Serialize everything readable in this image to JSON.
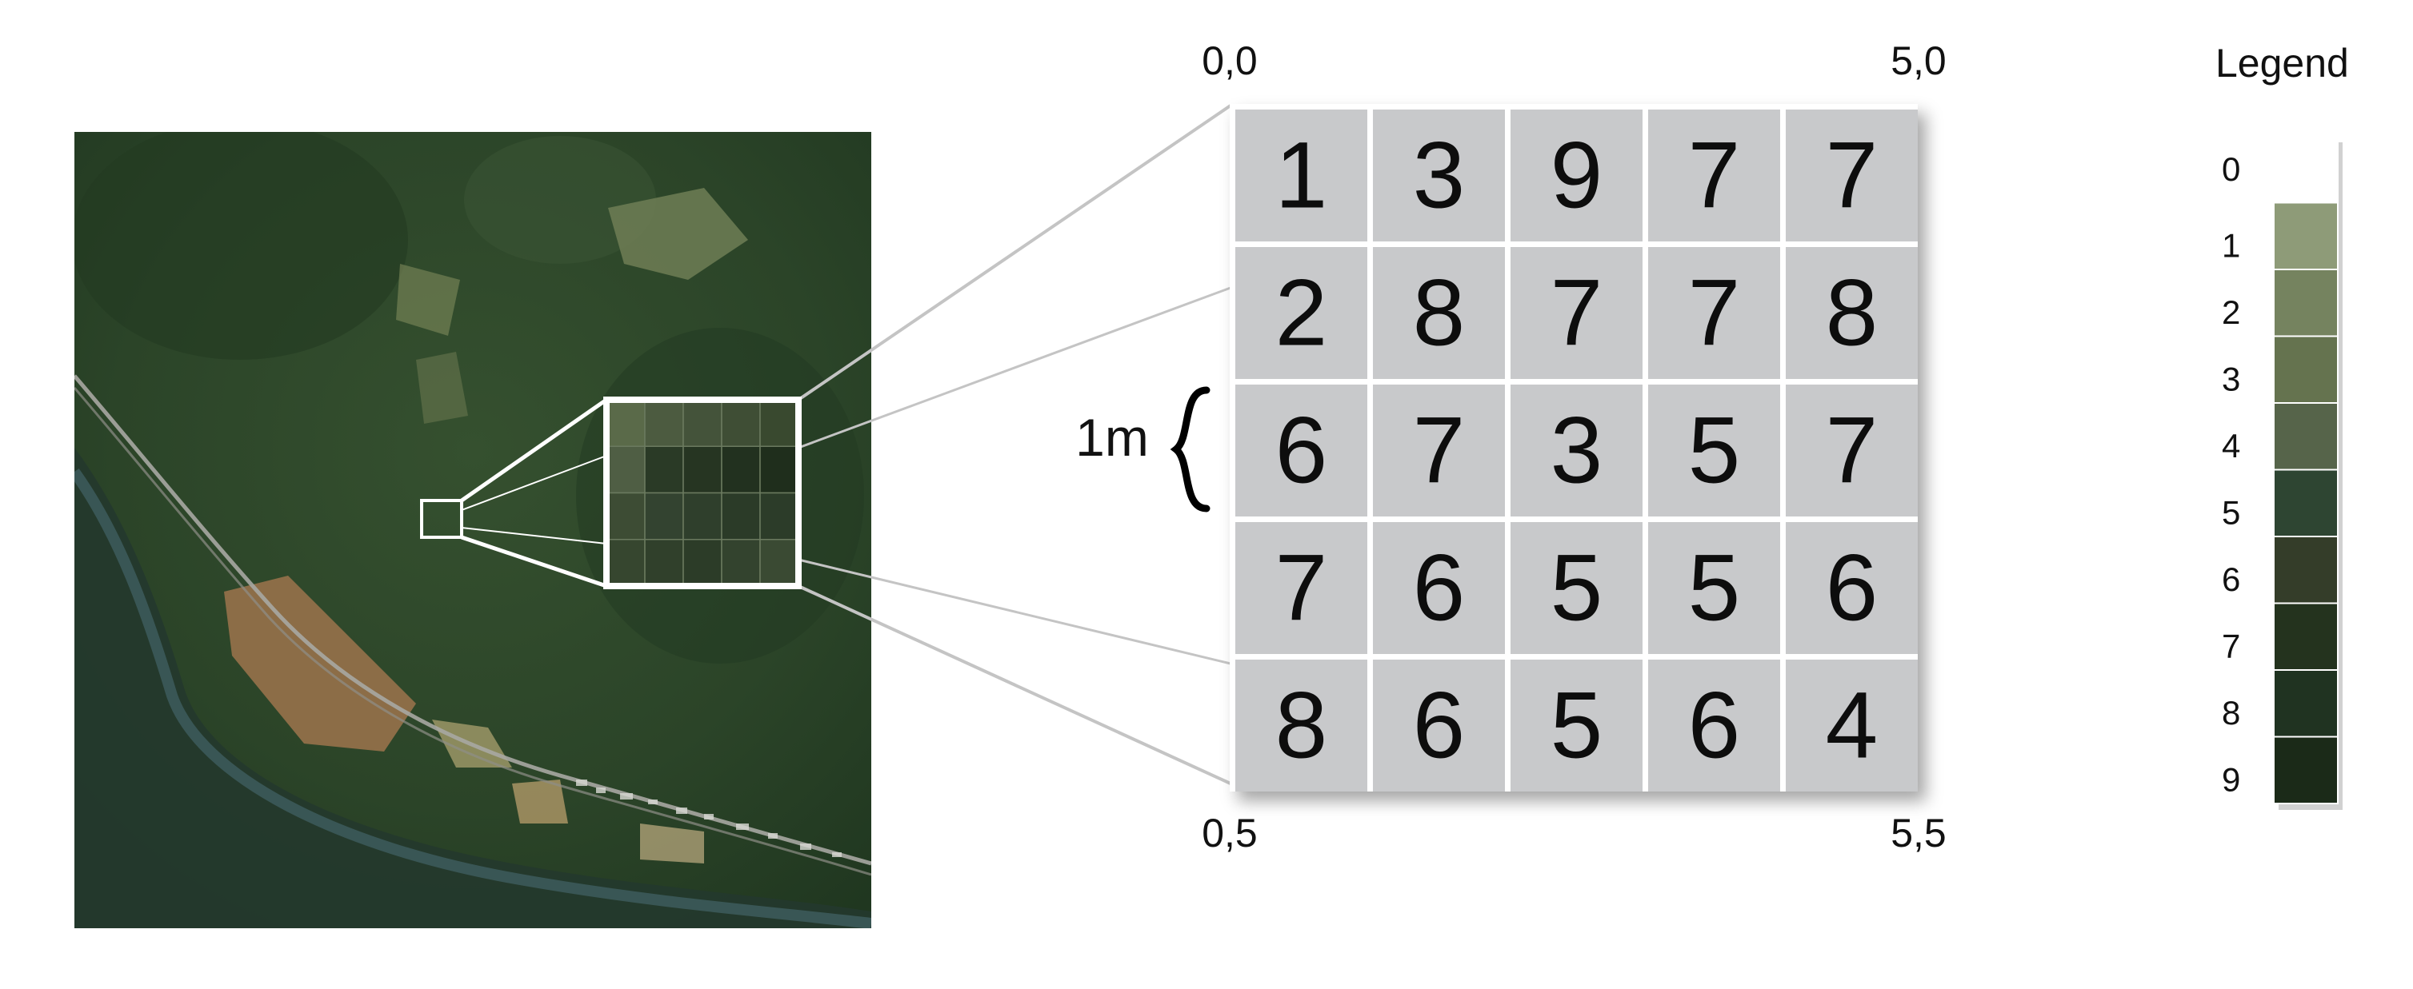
{
  "grid": {
    "values": [
      [
        1,
        3,
        9,
        7,
        7
      ],
      [
        2,
        8,
        7,
        7,
        8
      ],
      [
        6,
        7,
        3,
        5,
        7
      ],
      [
        7,
        6,
        5,
        5,
        6
      ],
      [
        8,
        6,
        5,
        6,
        4
      ]
    ],
    "cell_color": "#c8c9cb",
    "corners": {
      "top_left": "0,0",
      "top_right": "5,0",
      "bottom_left": "0,5",
      "bottom_right": "5,5"
    },
    "cell_size_label": "1m"
  },
  "inset_colors": [
    [
      "#5a6a49",
      "#4c5b40",
      "#44533a",
      "#3f4e35",
      "#39492f"
    ],
    [
      "#4f5e44",
      "#2a3a26",
      "#263522",
      "#22311f",
      "#1f2e1c"
    ],
    [
      "#3d4c34",
      "#334330",
      "#2f3f2c",
      "#2b3b28",
      "#2c3c29"
    ],
    [
      "#36462f",
      "#30402b",
      "#2c3c28",
      "#33432e",
      "#3a4a33"
    ]
  ],
  "legend": {
    "title": "Legend",
    "items": [
      {
        "label": "0",
        "color": "#ffffff"
      },
      {
        "label": "1",
        "color": "#8e9b78"
      },
      {
        "label": "2",
        "color": "#75835f"
      },
      {
        "label": "3",
        "color": "#65734f"
      },
      {
        "label": "4",
        "color": "#56644a"
      },
      {
        "label": "5",
        "color": "#2e4532"
      },
      {
        "label": "6",
        "color": "#343d29"
      },
      {
        "label": "7",
        "color": "#24331e"
      },
      {
        "label": "8",
        "color": "#203321"
      },
      {
        "label": "9",
        "color": "#1b2a18"
      }
    ]
  },
  "colors": {
    "forest_base": "#2f4a2b",
    "field": "#8c6d47",
    "river": "#3c5a5a",
    "road": "#a7a7a2"
  }
}
